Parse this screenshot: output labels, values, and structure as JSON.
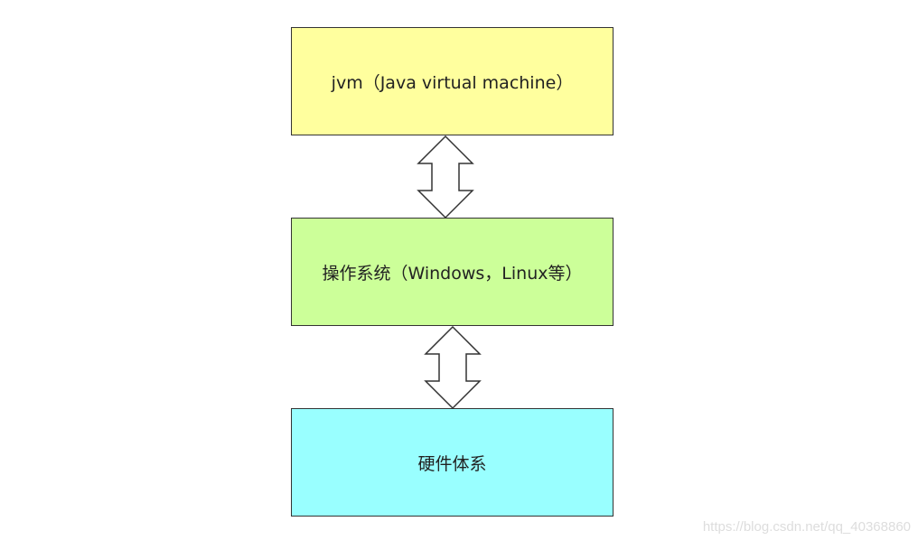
{
  "diagram": {
    "layers": [
      {
        "label": "jvm（Java virtual machine）",
        "color": "#ffff9e"
      },
      {
        "label": "操作系统（Windows，Linux等）",
        "color": "#ccff99"
      },
      {
        "label": "硬件体系",
        "color": "#99ffff"
      }
    ],
    "connector": {
      "type": "bidirectional-arrow",
      "fill": "#ffffff",
      "stroke": "#333333"
    }
  },
  "watermark": "https://blog.csdn.net/qq_40368860"
}
